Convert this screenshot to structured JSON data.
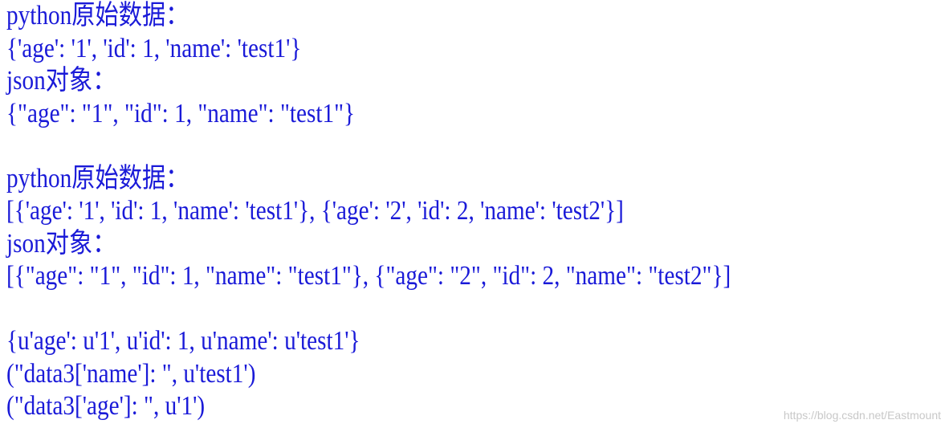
{
  "console": {
    "lines": [
      "python原始数据：",
      "{'age': '1', 'id': 1, 'name': 'test1'}",
      "json对象：",
      "{\"age\": \"1\", \"id\": 1, \"name\": \"test1\"}",
      "",
      "python原始数据：",
      "[{'age': '1', 'id': 1, 'name': 'test1'}, {'age': '2', 'id': 2, 'name': 'test2'}]",
      "json对象：",
      "[{\"age\": \"1\", \"id\": 1, \"name\": \"test1\"}, {\"age\": \"2\", \"id\": 2, \"name\": \"test2\"}]",
      "",
      "{u'age': u'1', u'id': 1, u'name': u'test1'}",
      "(\"data3['name']: \", u'test1')",
      "(\"data3['age']: \", u'1')"
    ]
  },
  "watermark": "https://blog.csdn.net/Eastmount",
  "colors": {
    "text": "#1a1ad8",
    "background": "#ffffff",
    "watermark": "#c8c8c8"
  }
}
